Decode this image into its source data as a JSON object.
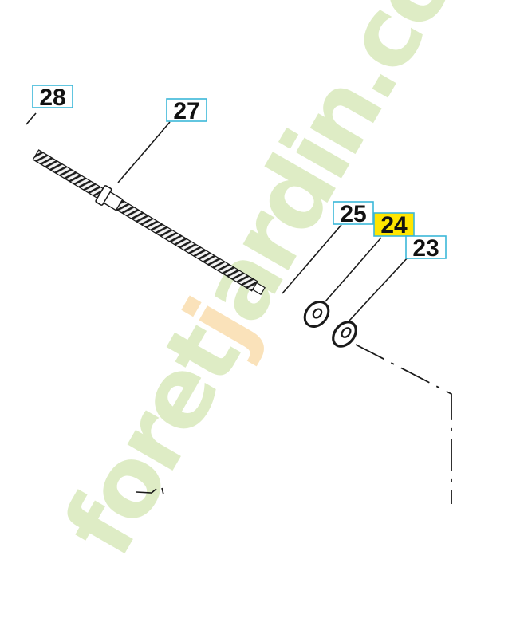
{
  "diagram": {
    "callouts": [
      {
        "id": "28",
        "label": "28",
        "highlighted": false
      },
      {
        "id": "27",
        "label": "27",
        "highlighted": false
      },
      {
        "id": "25",
        "label": "25",
        "highlighted": false
      },
      {
        "id": "24",
        "label": "24",
        "highlighted": true
      },
      {
        "id": "23",
        "label": "23",
        "highlighted": false
      }
    ],
    "watermark": "foretjardin.com"
  },
  "colors": {
    "box_border": "#3bb7d9",
    "highlight_fill": "#ffe500",
    "line": "#1a1a1a",
    "watermark_green": "#a9cf6a",
    "watermark_orange": "#f2b54d"
  }
}
